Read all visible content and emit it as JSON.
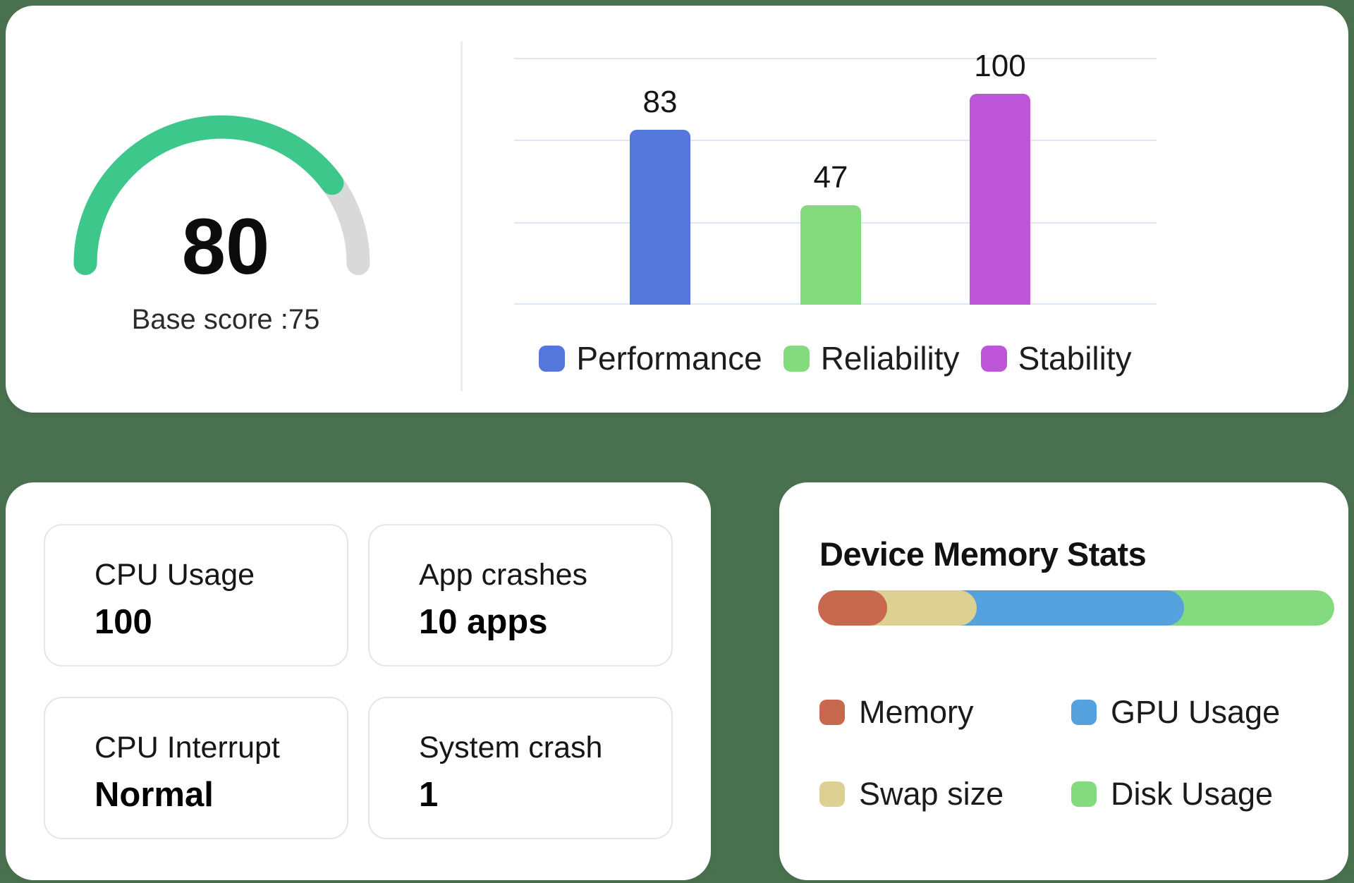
{
  "colors": {
    "background": "#4a7150",
    "card": "#ffffff",
    "gridline": "#dbe8f7",
    "divider": "#ececec",
    "tile_border": "#e5e5e5",
    "gauge_fill": "#3dc78a",
    "gauge_track": "#d9d9d9"
  },
  "score_card": {
    "gauge": {
      "value": "80",
      "caption": "Base score :75"
    },
    "legend": [
      {
        "label": "Performance",
        "color": "#5477dc"
      },
      {
        "label": "Reliability",
        "color": "#84db7d"
      },
      {
        "label": "Stability",
        "color": "#bd55d8"
      }
    ]
  },
  "chart_data": [
    {
      "type": "gauge",
      "value": 80,
      "max": 100,
      "caption": "Base score :75",
      "fill_color": "#3dc78a",
      "track_color": "#d9d9d9"
    },
    {
      "type": "bar",
      "categories": [
        "Performance",
        "Reliability",
        "Stability"
      ],
      "values": [
        83,
        47,
        100
      ],
      "bar_colors": [
        "#5477dc",
        "#84db7d",
        "#bd55d8"
      ],
      "data_labels": [
        83,
        47,
        100
      ],
      "ylim": [
        0,
        117
      ],
      "gridlines": 4,
      "legend_position": "bottom"
    },
    {
      "type": "bar",
      "subtype": "horizontal-stacked",
      "title": "Device Memory Stats",
      "segments": [
        {
          "label": "Memory",
          "percent": 13.4,
          "color": "#c8694f"
        },
        {
          "label": "Swap size",
          "percent": 17.3,
          "color": "#dcd092"
        },
        {
          "label": "GPU Usage",
          "percent": 40.2,
          "color": "#55a1dd"
        },
        {
          "label": "Disk Usage",
          "percent": 29.1,
          "color": "#84da7e"
        }
      ]
    }
  ],
  "stats_card": {
    "tiles": [
      {
        "label": "CPU Usage",
        "value": "100"
      },
      {
        "label": "App crashes",
        "value": "10 apps"
      },
      {
        "label": "CPU Interrupt",
        "value": "Normal"
      },
      {
        "label": "System crash",
        "value": "1"
      }
    ]
  },
  "memory_card": {
    "title": "Device Memory Stats",
    "legend": [
      {
        "label": "Memory",
        "color": "#c8694f"
      },
      {
        "label": "GPU Usage",
        "color": "#55a1dd"
      },
      {
        "label": "Swap size",
        "color": "#dcd092"
      },
      {
        "label": "Disk Usage",
        "color": "#84da7e"
      }
    ]
  }
}
